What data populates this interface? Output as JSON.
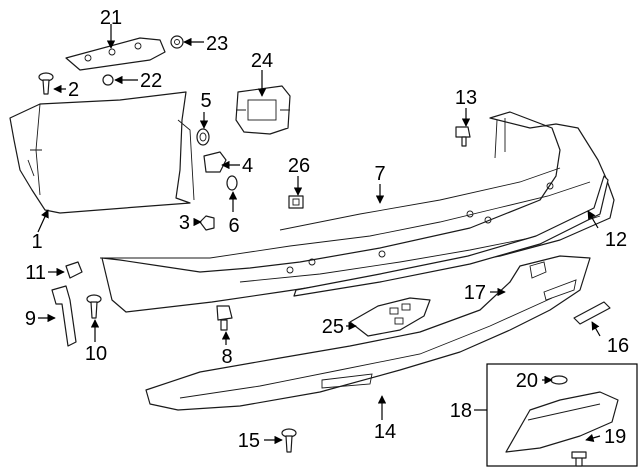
{
  "callouts": [
    "1",
    "2",
    "3",
    "4",
    "5",
    "6",
    "7",
    "8",
    "9",
    "10",
    "11",
    "12",
    "13",
    "14",
    "15",
    "16",
    "17",
    "18",
    "19",
    "20",
    "21",
    "22",
    "23",
    "24",
    "25",
    "26"
  ],
  "inset_group_label": "18"
}
